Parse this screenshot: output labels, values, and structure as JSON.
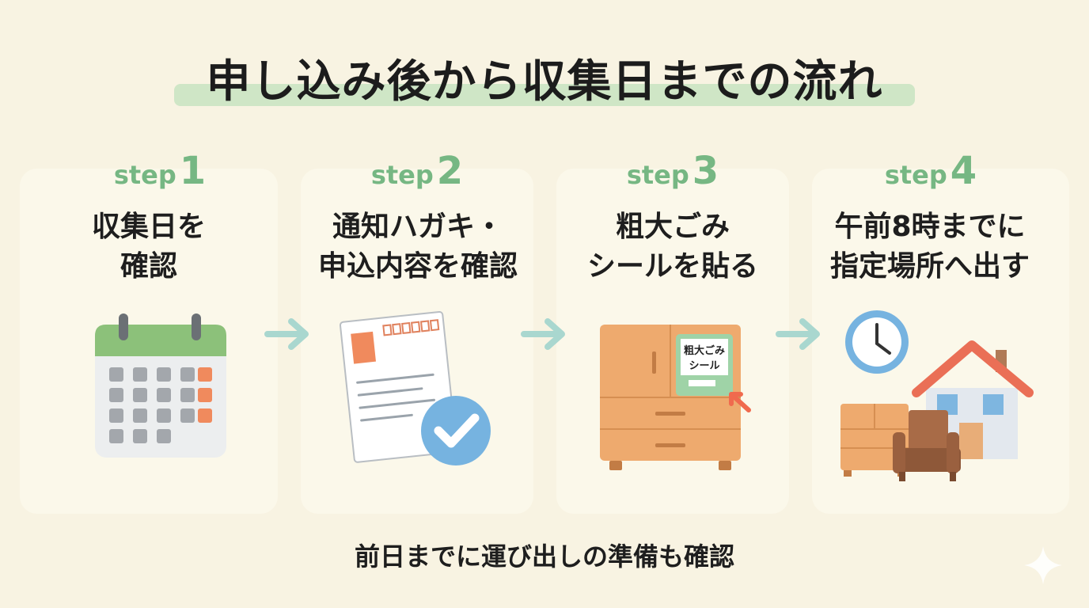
{
  "title": "申し込み後から収集日までの流れ",
  "steps": [
    {
      "word": "step",
      "number": "1",
      "line1": "収集日を",
      "line2": "確認"
    },
    {
      "word": "step",
      "number": "2",
      "line1": "通知ハガキ・",
      "line2": "申込内容を確認"
    },
    {
      "word": "step",
      "number": "3",
      "line1": "粗大ごみ",
      "line2": "シールを貼る"
    },
    {
      "word": "step",
      "number": "4",
      "line1": "午前8時までに",
      "line2": "指定場所へ出す"
    }
  ],
  "sticker": {
    "line1": "粗大ごみ",
    "line2": "シール"
  },
  "footer": "前日までに運び出しの準備も確認",
  "colors": {
    "background": "#f8f3e2",
    "card": "#fbf8ea",
    "title_highlight": "#cfe6c6",
    "step_label": "#76b783",
    "arrow": "#a9d7cf",
    "calendar_header": "#8cc17a",
    "accent_orange": "#f08a5d",
    "check_circle": "#76b3e0"
  },
  "icons": [
    "calendar-icon",
    "postcard-check-icon",
    "cabinet-sticker-icon",
    "clock-house-furniture-icon",
    "arrow-right-icon",
    "sparkle-icon"
  ]
}
